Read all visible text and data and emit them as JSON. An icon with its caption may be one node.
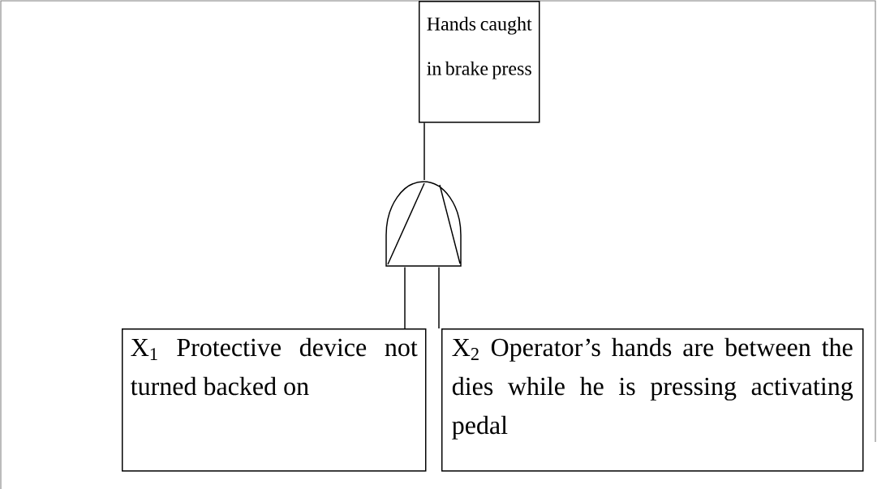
{
  "diagram": {
    "nodes": [
      {
        "text": [
          "Hands caught in brake press"
        ]
      },
      {
        "text": [],
        "shape": "gate"
      },
      {
        "text": [
          "X$_{1}$ Protective device not turned backed on"
        ]
      },
      {
        "text": [
          "X$_{2}$ Operator’s hands are between the dies while he is pressing activating pedal"
        ]
      }
    ],
    "edges": [
      {
        "from": 0,
        "to": 1,
        "arrow": "none"
      },
      {
        "from": 1,
        "to": 2,
        "arrow": "none"
      },
      {
        "from": 1,
        "to": 3,
        "arrow": "none"
      }
    ]
  }
}
